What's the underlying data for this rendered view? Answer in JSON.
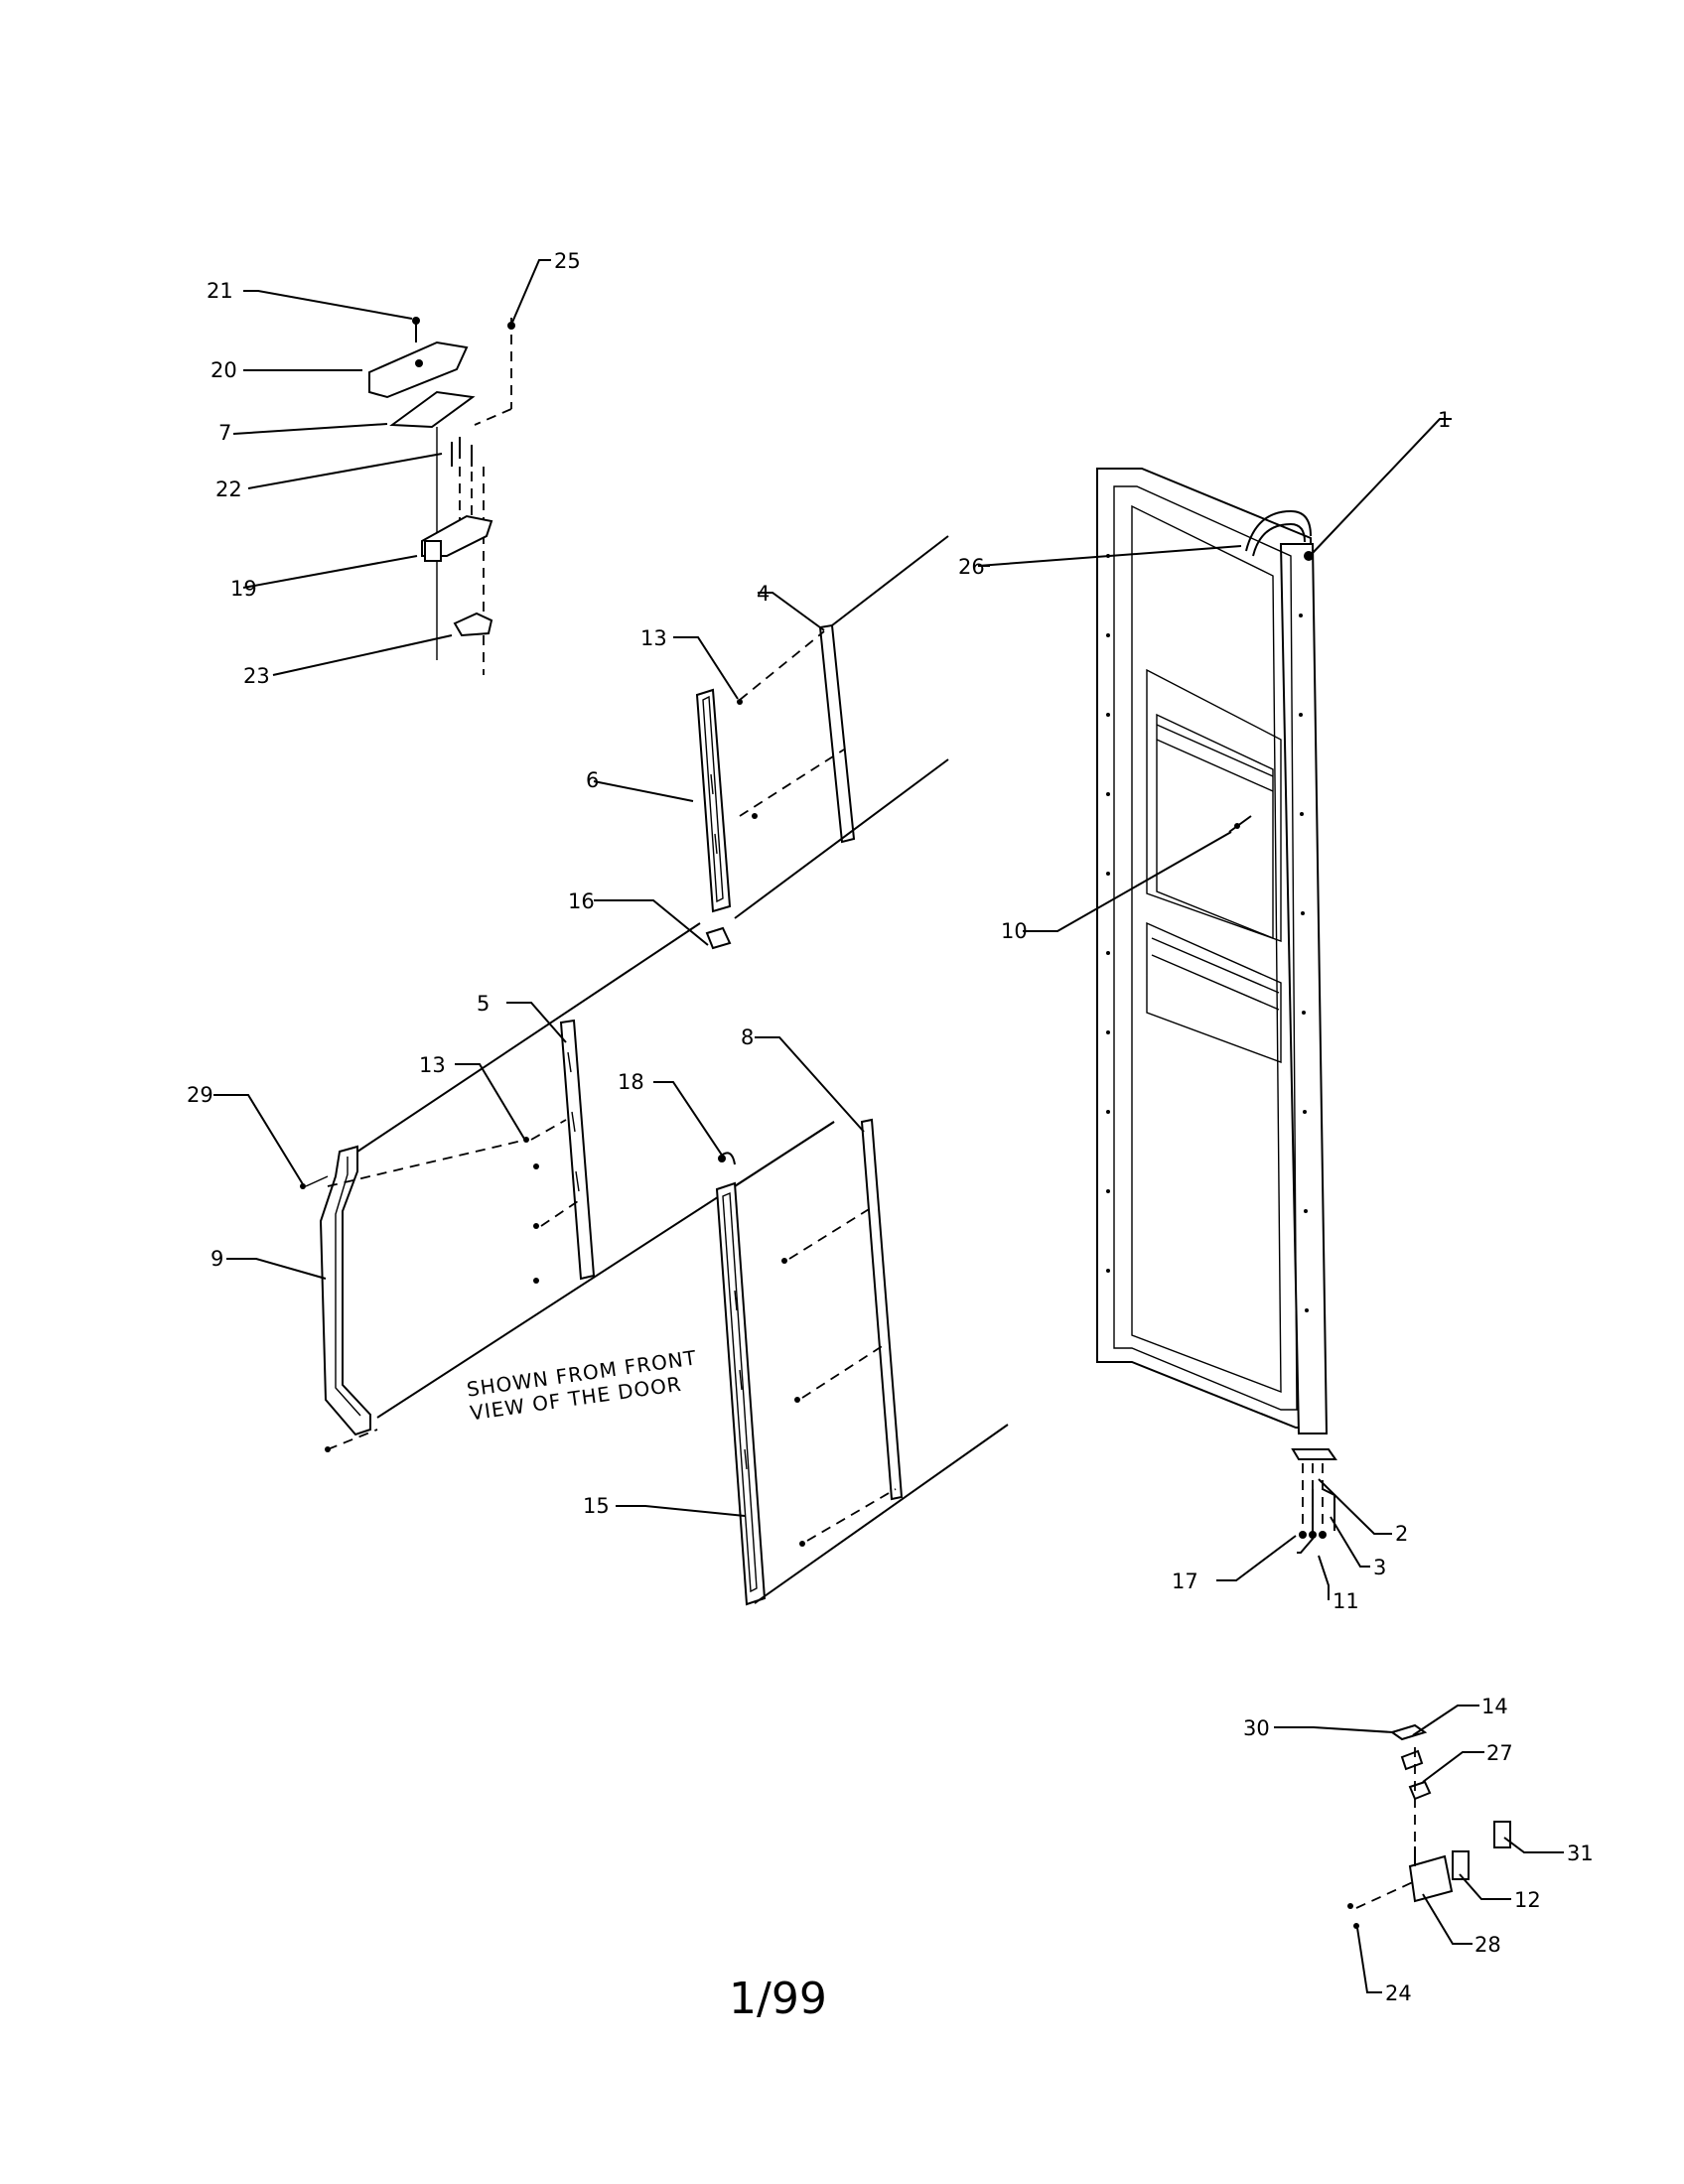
{
  "diagram": {
    "callouts": [
      "1",
      "2",
      "3",
      "4",
      "5",
      "6",
      "7",
      "8",
      "9",
      "10",
      "11",
      "12",
      "13",
      "13",
      "14",
      "15",
      "16",
      "17",
      "18",
      "19",
      "20",
      "21",
      "22",
      "23",
      "24",
      "25",
      "26",
      "27",
      "28",
      "29",
      "30",
      "31"
    ],
    "note_line1": "SHOWN FROM FRONT",
    "note_line2": "VIEW OF THE DOOR",
    "page_number": "1/99"
  }
}
